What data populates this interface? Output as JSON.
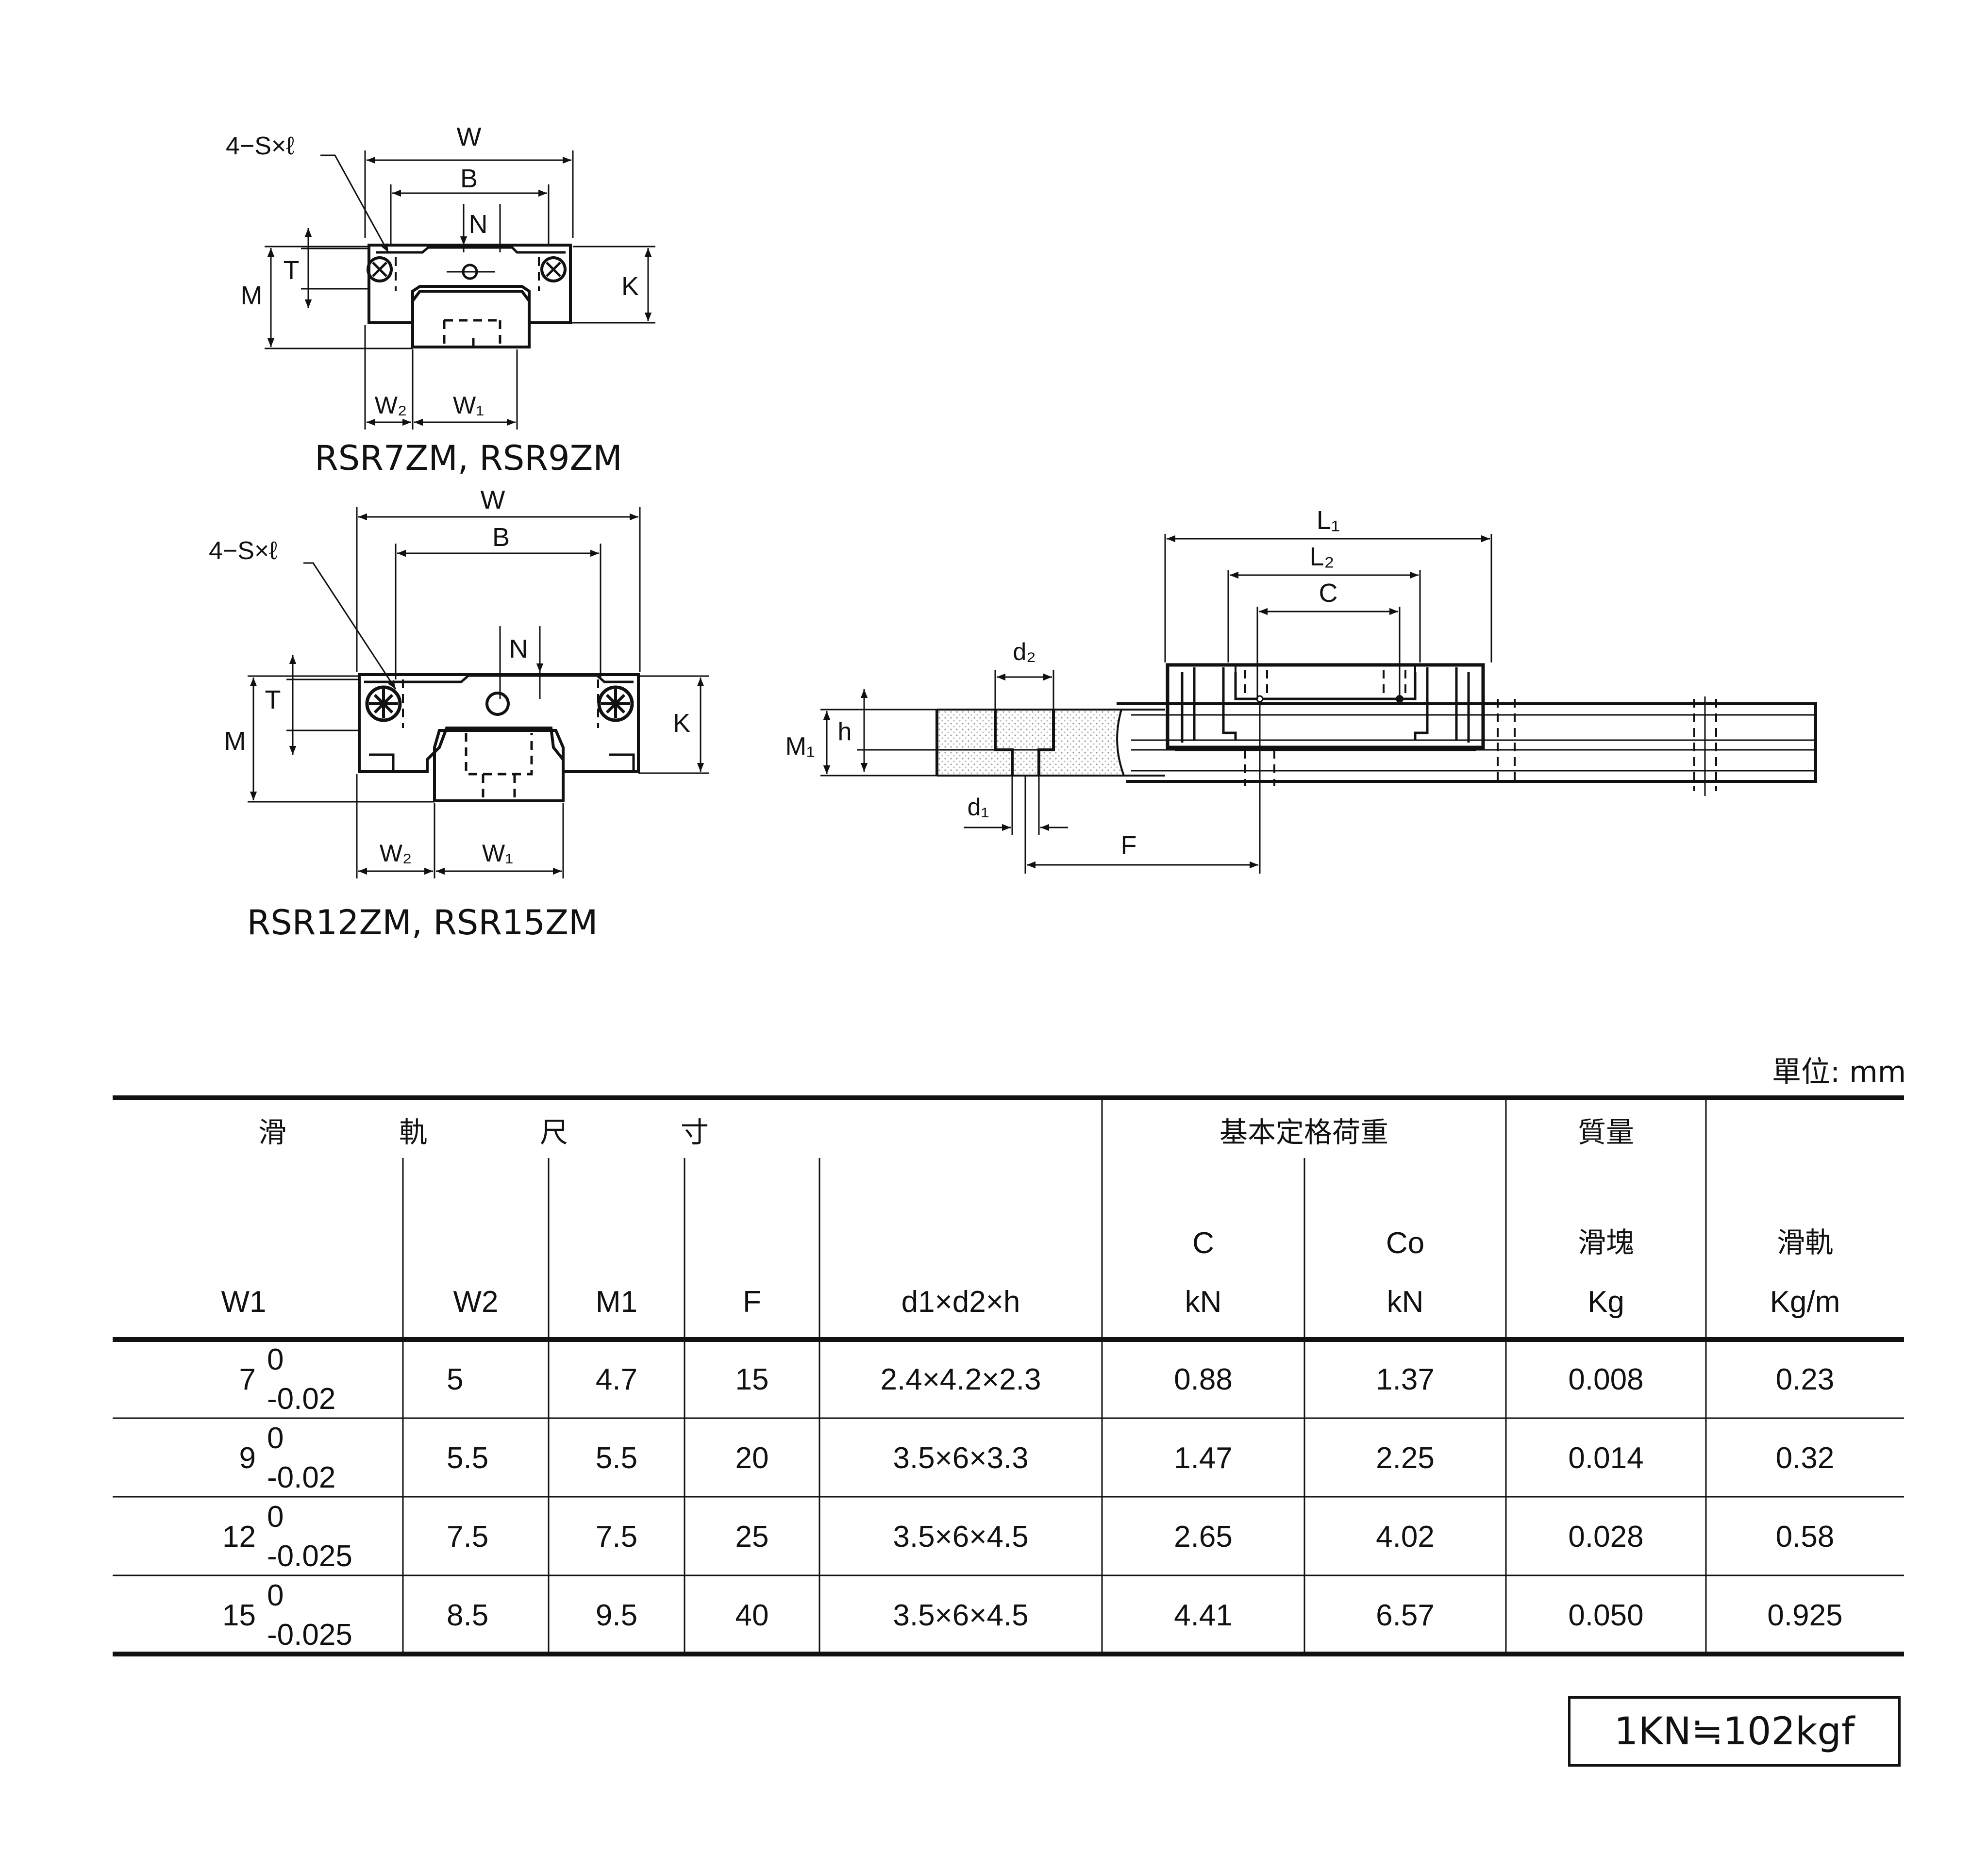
{
  "drawings": {
    "small_block": {
      "caption": "RSR7ZM, RSR9ZM",
      "labels": {
        "W": "W",
        "B": "B",
        "N": "N",
        "T": "T",
        "M": "M",
        "K": "K",
        "W2": "W₂",
        "W1": "W₁",
        "hole": "4−S×ℓ"
      }
    },
    "large_block": {
      "caption": "RSR12ZM, RSR15ZM",
      "labels": {
        "W": "W",
        "B": "B",
        "N": "N",
        "T": "T",
        "M": "M",
        "K": "K",
        "W2": "W₂",
        "W1": "W₁",
        "hole": "4−S×ℓ"
      }
    },
    "side_view": {
      "labels": {
        "L1": "L₁",
        "L2": "L₂",
        "C": "C",
        "d2": "d₂",
        "h": "h",
        "M1": "M₁",
        "d1": "d₁",
        "F": "F"
      }
    }
  },
  "unit_note": "單位: mm",
  "table": {
    "groups": {
      "rail": "滑　　　　軌　　　　尺　　　　寸",
      "load": "基本定格荷重",
      "mass": "質量"
    },
    "sub_headers": {
      "c": "C",
      "co": "Co",
      "block": "滑塊",
      "rail": "滑軌"
    },
    "headers": [
      "W1",
      "W2",
      "M1",
      "F",
      "d1×d2×h",
      "kN",
      "kN",
      "Kg",
      "Kg/m"
    ],
    "rows": [
      {
        "w1": "7",
        "tol_upper": "0",
        "tol_lower": "-0.02",
        "w2": "5",
        "m1": "4.7",
        "f": "15",
        "d": "2.4×4.2×2.3",
        "c": "0.88",
        "co": "1.37",
        "block": "0.008",
        "rail": "0.23"
      },
      {
        "w1": "9",
        "tol_upper": "0",
        "tol_lower": "-0.02",
        "w2": "5.5",
        "m1": "5.5",
        "f": "20",
        "d": "3.5×6×3.3",
        "c": "1.47",
        "co": "2.25",
        "block": "0.014",
        "rail": "0.32"
      },
      {
        "w1": "12",
        "tol_upper": "0",
        "tol_lower": "-0.025",
        "w2": "7.5",
        "m1": "7.5",
        "f": "25",
        "d": "3.5×6×4.5",
        "c": "2.65",
        "co": "4.02",
        "block": "0.028",
        "rail": "0.58"
      },
      {
        "w1": "15",
        "tol_upper": "0",
        "tol_lower": "-0.025",
        "w2": "8.5",
        "m1": "9.5",
        "f": "40",
        "d": "3.5×6×4.5",
        "c": "4.41",
        "co": "6.57",
        "block": "0.050",
        "rail": "0.925"
      }
    ]
  },
  "conversion_note": "1KN≒102kgf"
}
